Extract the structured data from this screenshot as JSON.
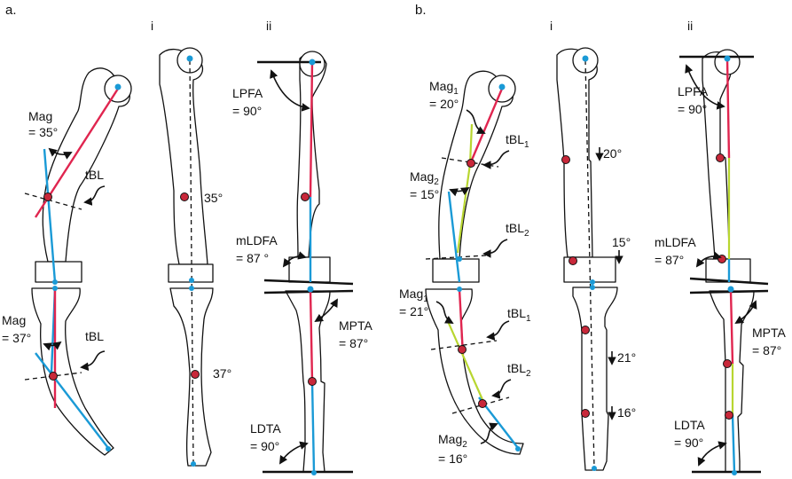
{
  "panels": {
    "a": "a.",
    "b": "b.",
    "a_i": "i",
    "a_ii": "ii",
    "b_i": "i",
    "b_ii": "ii"
  },
  "panel_a": {
    "mag_femur": "Mag",
    "mag_femur_value": "= 35°",
    "tbl_femur": "tBL",
    "mag_tibia": "Mag",
    "mag_tibia_value": "= 37°",
    "tbl_tibia": "tBL",
    "i_femur_angle": "35°",
    "i_tibia_angle": "37°",
    "lpfa": "LPFA",
    "lpfa_value": "= 90°",
    "mldfa": "mLDFA",
    "mldfa_value": "= 87 °",
    "mpta": "MPTA",
    "mpta_value": "= 87°",
    "ldta": "LDTA",
    "ldta_value": "= 90°"
  },
  "panel_b": {
    "mag1_femur": "Mag",
    "mag1_femur_sub": "1",
    "mag1_femur_value": "= 20°",
    "tbl1_femur": "tBL",
    "tbl1_femur_sub": "1",
    "mag2_femur": "Mag",
    "mag2_femur_sub": "2",
    "mag2_femur_value": "= 15°",
    "tbl2_femur": "tBL",
    "tbl2_femur_sub": "2",
    "mag1_tibia": "Mag",
    "mag1_tibia_sub": "1",
    "mag1_tibia_value": "= 21°",
    "tbl1_tibia": "tBL",
    "tbl1_tibia_sub": "1",
    "tbl2_tibia": "tBL",
    "tbl2_tibia_sub": "2",
    "mag2_tibia": "Mag",
    "mag2_tibia_sub": "2",
    "mag2_tibia_value": "= 16°",
    "i_femur_angle1": "20°",
    "i_femur_angle2": "15°",
    "i_tibia_angle1": "21°",
    "i_tibia_angle2": "16°",
    "lpfa": "LPFA",
    "lpfa_value": "= 90°",
    "mldfa": "mLDFA",
    "mldfa_value": "= 87°",
    "mpta": "MPTA",
    "mpta_value": "= 87°",
    "ldta": "LDTA",
    "ldta_value": "= 90°"
  },
  "colors": {
    "mechanical_axis": "#e0254f",
    "anatomic_axis": "#1a9ad6",
    "segment_axis": "#b8d630",
    "apex_point": "#c8283a"
  }
}
